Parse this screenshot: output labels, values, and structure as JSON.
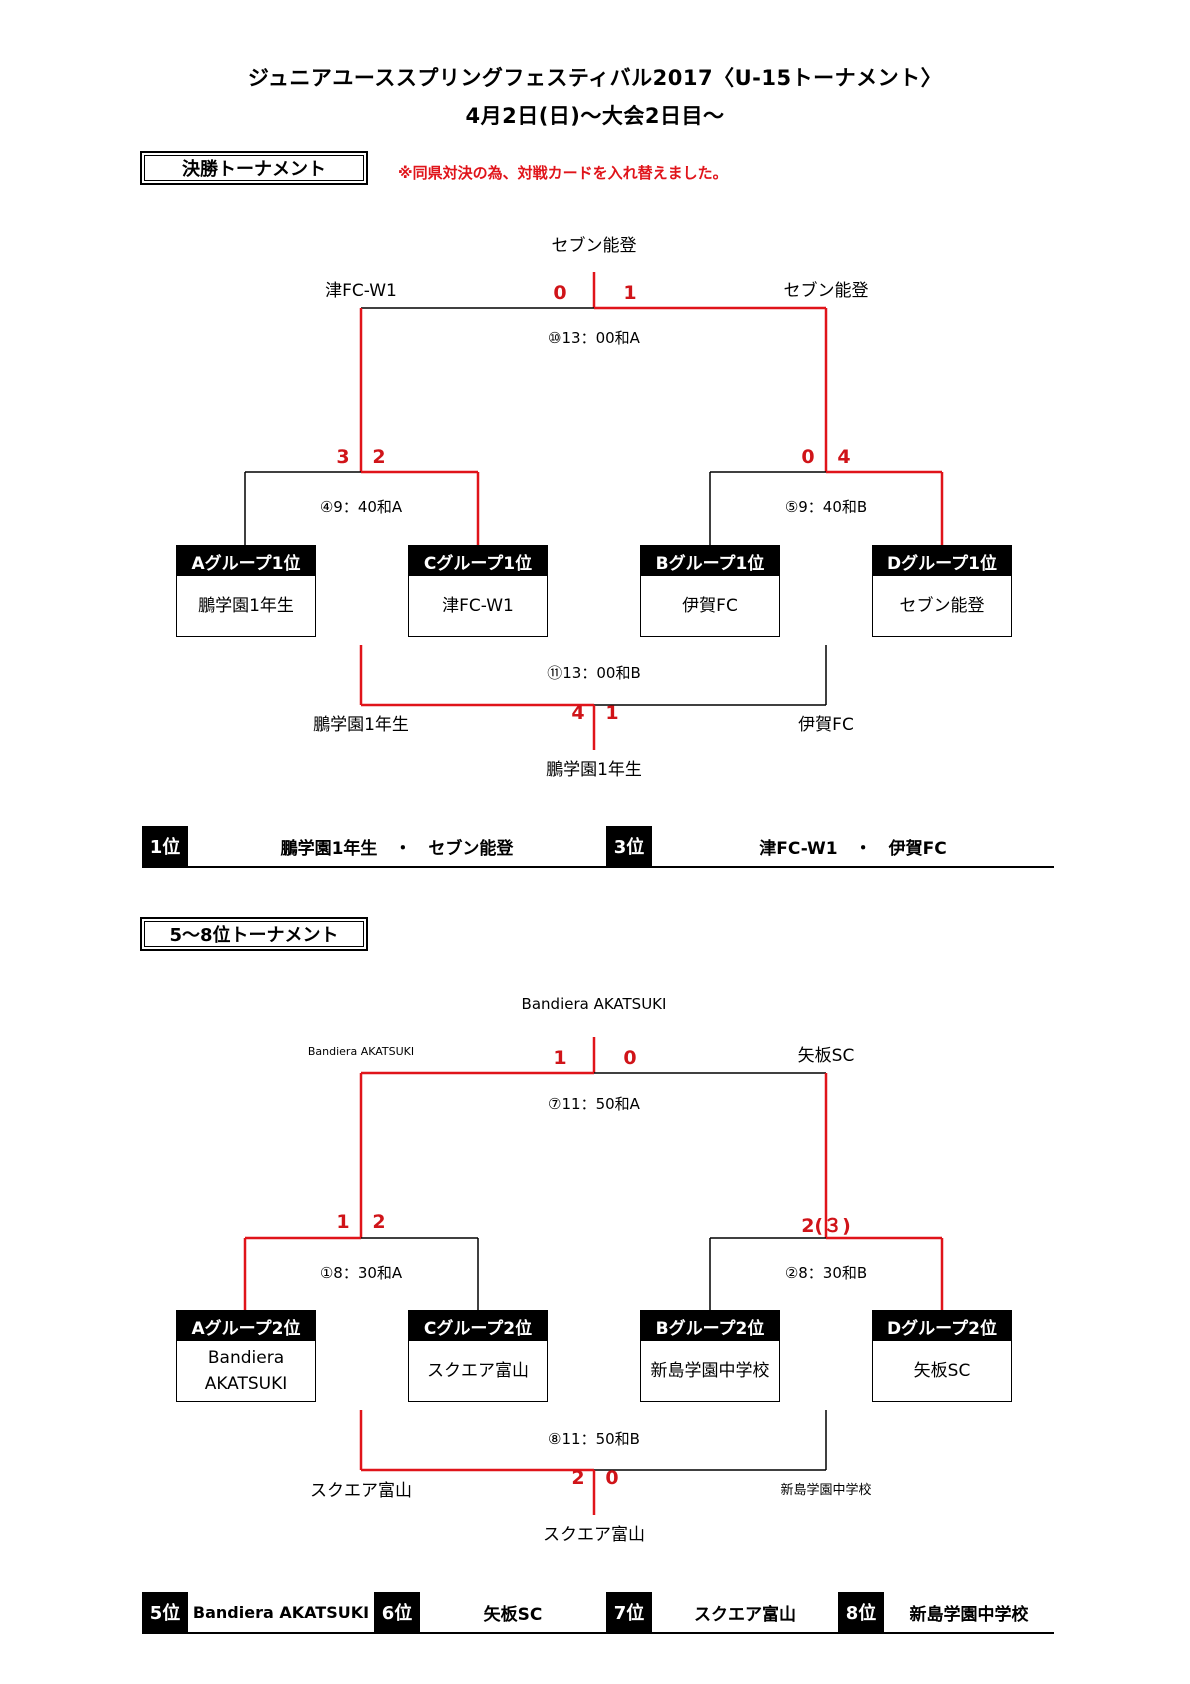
{
  "title_line1": "ジュニアユーススプリングフェスティバル2017〈U-15トーナメント〉",
  "title_line2": "4月2日(日)～大会2日目～",
  "section1": {
    "heading": "決勝トーナメント",
    "notice": "※同県対決の為、対戦カードを入れ替えました。",
    "final": {
      "winner": "セブン能登",
      "left_team": "津FC-W1",
      "right_team": "セブン能登",
      "score_left": "0",
      "score_right": "1",
      "time": "⑩13：00和A"
    },
    "semi_left": {
      "score_left": "3",
      "score_right": "2",
      "time": "④9：40和A"
    },
    "semi_right": {
      "score_left": "0",
      "score_right": "4",
      "time": "⑤9：40和B"
    },
    "teams": [
      {
        "head": "Aグループ1位",
        "name": "鵬学園1年生"
      },
      {
        "head": "Cグループ1位",
        "name": "津FC-W1"
      },
      {
        "head": "Bグループ1位",
        "name": "伊賀FC"
      },
      {
        "head": "Dグループ1位",
        "name": "セブン能登"
      }
    ],
    "third": {
      "time": "⑪13：00和B",
      "left_team": "鵬学園1年生",
      "right_team": "伊賀FC",
      "score_left": "4",
      "score_right": "1",
      "winner": "鵬学園1年生"
    },
    "ranks": [
      {
        "badge": "1位",
        "text": "鵬学園1年生　・　セブン能登"
      },
      {
        "badge": "3位",
        "text": "津FC-W1　・　伊賀FC"
      }
    ]
  },
  "section2": {
    "heading": "5～8位トーナメント",
    "final": {
      "winner": "Bandiera AKATSUKI",
      "left_team": "Bandiera AKATSUKI",
      "right_team": "矢板SC",
      "score_left": "1",
      "score_right": "0",
      "time": "⑦11：50和A"
    },
    "semi_left": {
      "score_left": "1",
      "score_right": "2",
      "time": "①8：30和A"
    },
    "semi_right": {
      "score_text": "2(３)",
      "time": "②8：30和B"
    },
    "teams": [
      {
        "head": "Aグループ2位",
        "name": "Bandiera AKATSUKI"
      },
      {
        "head": "Cグループ2位",
        "name": "スクエア富山"
      },
      {
        "head": "Bグループ2位",
        "name": "新島学園中学校"
      },
      {
        "head": "Dグループ2位",
        "name": "矢板SC"
      }
    ],
    "seventh": {
      "time": "⑧11：50和B",
      "left_team": "スクエア富山",
      "right_team": "新島学園中学校",
      "score_left": "2",
      "score_right": "0",
      "winner": "スクエア富山"
    },
    "ranks": [
      {
        "badge": "5位",
        "text": "Bandiera AKATSUKI"
      },
      {
        "badge": "6位",
        "text": "矢板SC"
      },
      {
        "badge": "7位",
        "text": "スクエア富山"
      },
      {
        "badge": "8位",
        "text": "新島学園中学校"
      }
    ]
  },
  "colors": {
    "winner_line": "#e0141a",
    "loser_line": "#000000"
  }
}
